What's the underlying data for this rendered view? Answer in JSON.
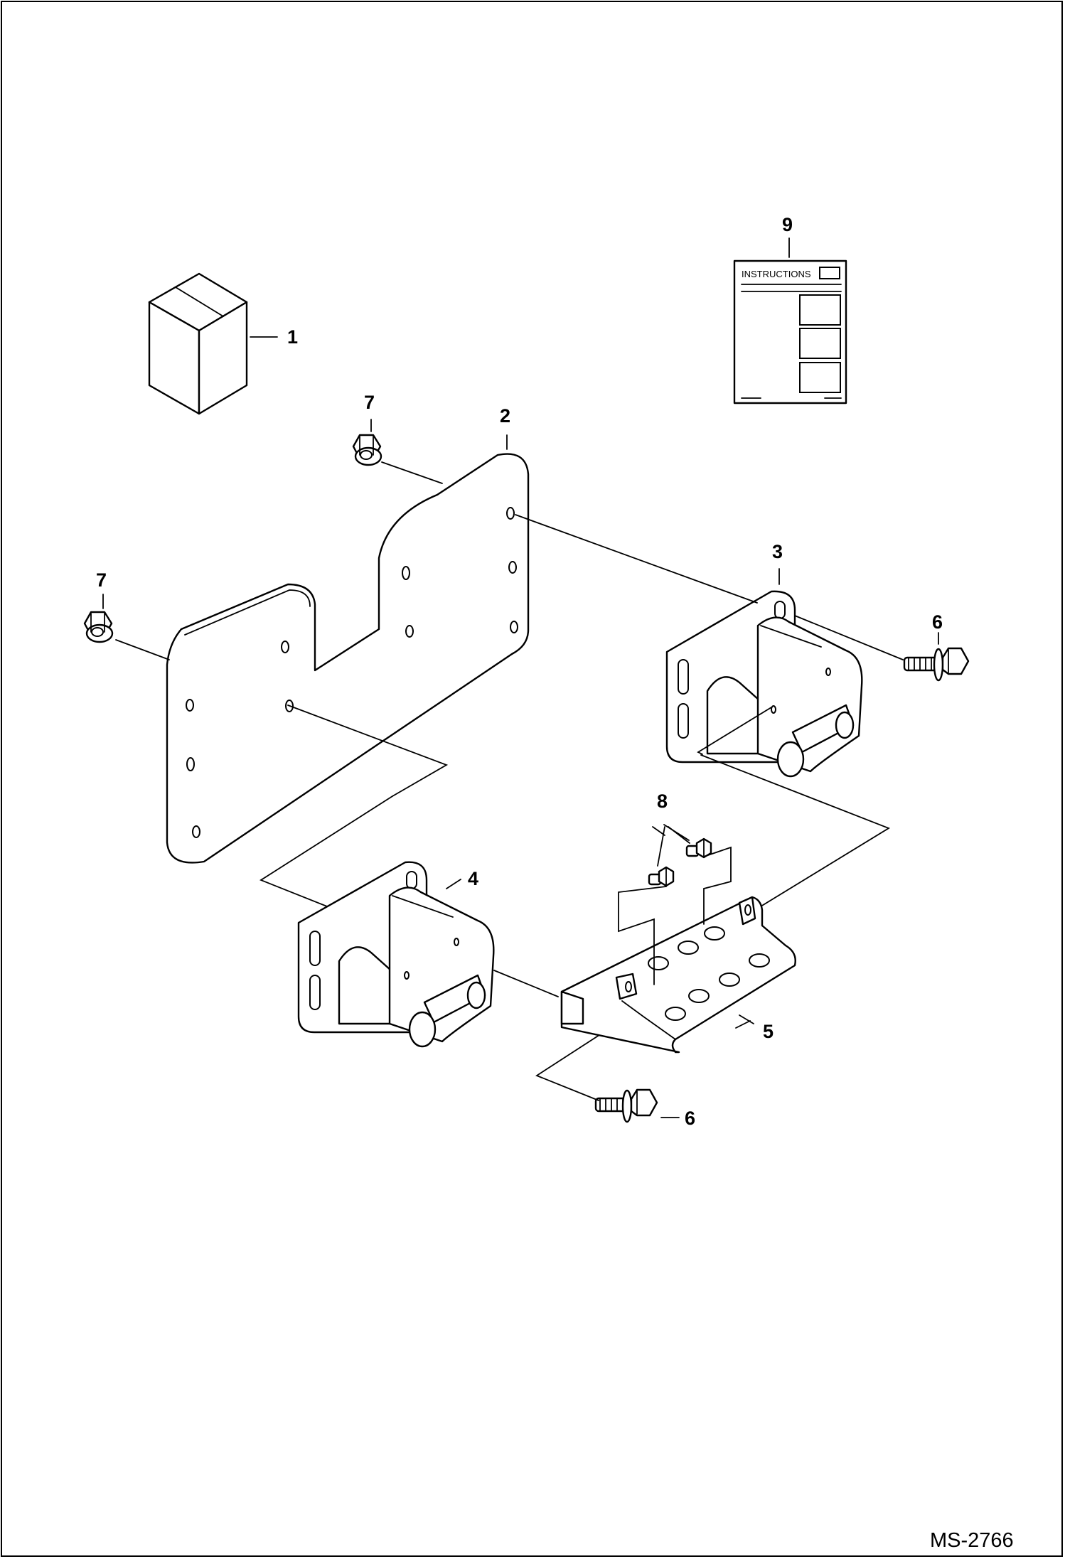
{
  "diagram": {
    "callouts": {
      "box": "1",
      "plate": "2",
      "bracket_right": "3",
      "bracket_left": "4",
      "step": "5",
      "bolt_right": "6",
      "bolt_bottom": "6",
      "nut_top": "7",
      "nut_left": "7",
      "screws": "8",
      "manual": "9"
    },
    "manual_label": "INSTRUCTIONS",
    "document_ref": "MS-2766"
  }
}
